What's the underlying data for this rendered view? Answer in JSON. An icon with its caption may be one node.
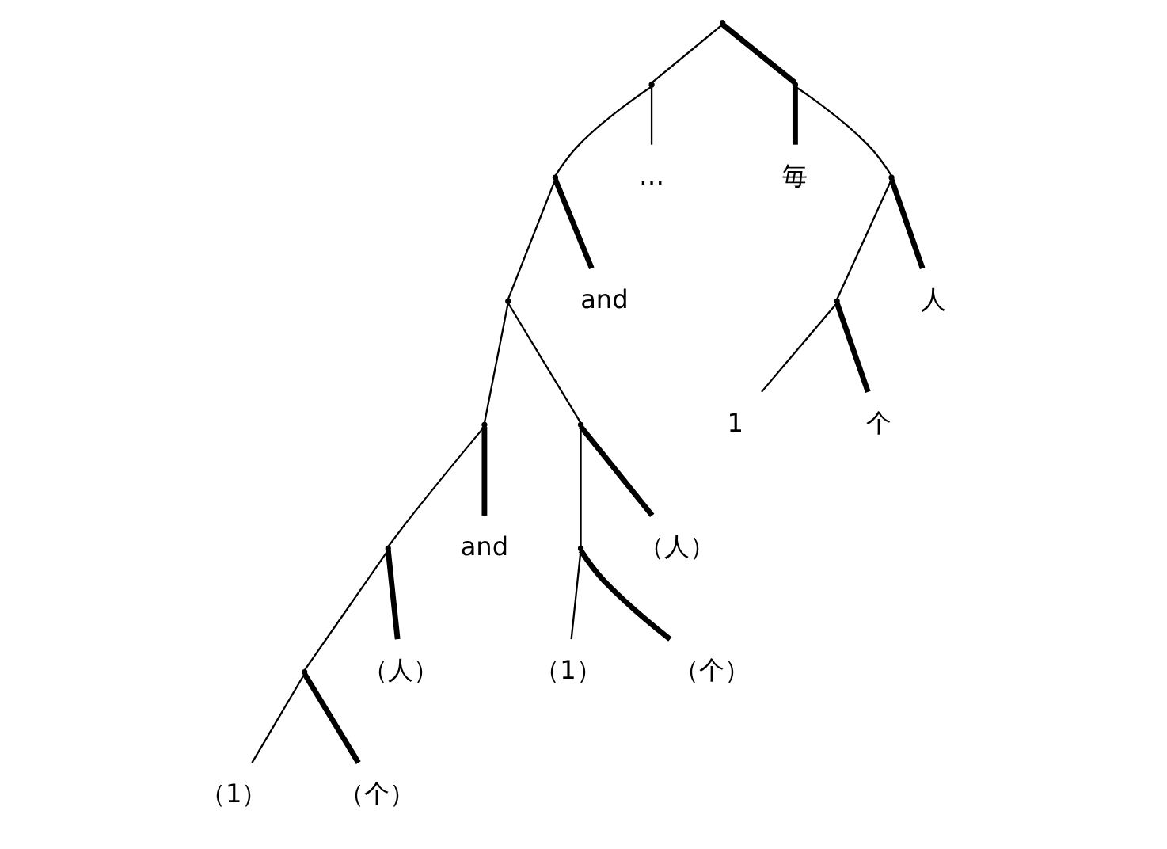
{
  "diagram": {
    "nodes": [
      {
        "text": [],
        "shape": "point"
      },
      {
        "text": [],
        "shape": "point"
      },
      {
        "text": [],
        "shape": "point"
      },
      {
        "text": [
          "…"
        ]
      },
      {
        "text": [
          "毎"
        ]
      },
      {
        "text": [],
        "shape": "point"
      },
      {
        "text": [],
        "shape": "point"
      },
      {
        "text": [],
        "shape": "point"
      },
      {
        "text": [],
        "shape": "point"
      },
      {
        "text": [
          "and"
        ]
      },
      {
        "text": [
          "人"
        ]
      },
      {
        "text": [],
        "shape": "point"
      },
      {
        "text": [],
        "shape": "point"
      },
      {
        "text": [
          "1"
        ]
      },
      {
        "text": [
          "个"
        ]
      },
      {
        "text": [],
        "shape": "point"
      },
      {
        "text": [],
        "shape": "point"
      },
      {
        "text": [
          "and"
        ]
      },
      {
        "text": [
          "（人）"
        ]
      },
      {
        "text": [],
        "shape": "point"
      },
      {
        "text": [
          "（1）"
        ]
      },
      {
        "text": [
          "（个）"
        ]
      },
      {
        "text": [
          "（人）"
        ]
      },
      {
        "text": [
          "（1）"
        ]
      },
      {
        "text": [
          "（个）"
        ]
      }
    ],
    "edges": [
      {
        "from": 0,
        "to": 1,
        "arrow": "none"
      },
      {
        "from": 0,
        "to": 2,
        "arrow": "none",
        "style": "thick"
      },
      {
        "from": 1,
        "to": 5,
        "arrow": "none"
      },
      {
        "from": 1,
        "to": 3,
        "arrow": "none"
      },
      {
        "from": 2,
        "to": 4,
        "arrow": "none",
        "style": "thick"
      },
      {
        "from": 2,
        "to": 6,
        "arrow": "none"
      },
      {
        "from": 5,
        "to": 7,
        "arrow": "none"
      },
      {
        "from": 5,
        "to": 9,
        "arrow": "none",
        "style": "thick"
      },
      {
        "from": 6,
        "to": 8,
        "arrow": "none"
      },
      {
        "from": 6,
        "to": 10,
        "arrow": "none",
        "style": "thick"
      },
      {
        "from": 7,
        "to": 11,
        "arrow": "none"
      },
      {
        "from": 7,
        "to": 12,
        "arrow": "none"
      },
      {
        "from": 8,
        "to": 13,
        "arrow": "none"
      },
      {
        "from": 8,
        "to": 14,
        "arrow": "none",
        "style": "thick"
      },
      {
        "from": 11,
        "to": 15,
        "arrow": "none"
      },
      {
        "from": 11,
        "to": 17,
        "arrow": "none",
        "style": "thick"
      },
      {
        "from": 12,
        "to": 16,
        "arrow": "none"
      },
      {
        "from": 12,
        "to": 18,
        "arrow": "none",
        "style": "thick"
      },
      {
        "from": 15,
        "to": 19,
        "arrow": "none"
      },
      {
        "from": 15,
        "to": 22,
        "arrow": "none",
        "style": "thick"
      },
      {
        "from": 16,
        "to": 20,
        "arrow": "none"
      },
      {
        "from": 16,
        "to": 21,
        "arrow": "none",
        "style": "thick"
      },
      {
        "from": 19,
        "to": 23,
        "arrow": "none"
      },
      {
        "from": 19,
        "to": 24,
        "arrow": "none",
        "style": "thick"
      }
    ]
  }
}
